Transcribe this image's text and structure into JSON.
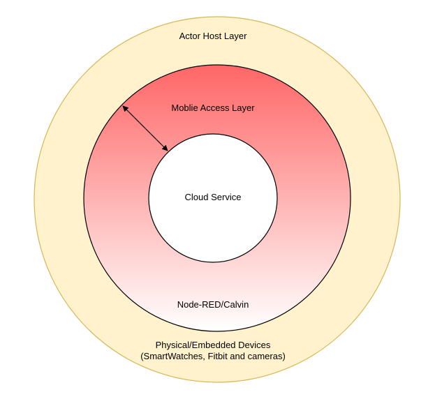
{
  "layers": {
    "actor_host": {
      "label": "Actor Host Layer"
    },
    "mobile_access": {
      "label": "Moblie Access Layer"
    },
    "cloud_service": {
      "label": "Cloud Service"
    },
    "node_red": {
      "label": "Node-RED/Calvin"
    },
    "physical_devices": {
      "line1": "Physical/Embedded Devices",
      "line2": "(SmartWatches, Fitbit and cameras)"
    }
  },
  "colors": {
    "outer_fill": "#fff2cc",
    "outer_stroke": "#d6b656",
    "middle_gradient_top": "#ff6666",
    "middle_gradient_bottom": "#ffffff",
    "middle_stroke": "#000000",
    "inner_fill": "#ffffff",
    "inner_stroke": "#000000",
    "arrow": "#000000"
  }
}
